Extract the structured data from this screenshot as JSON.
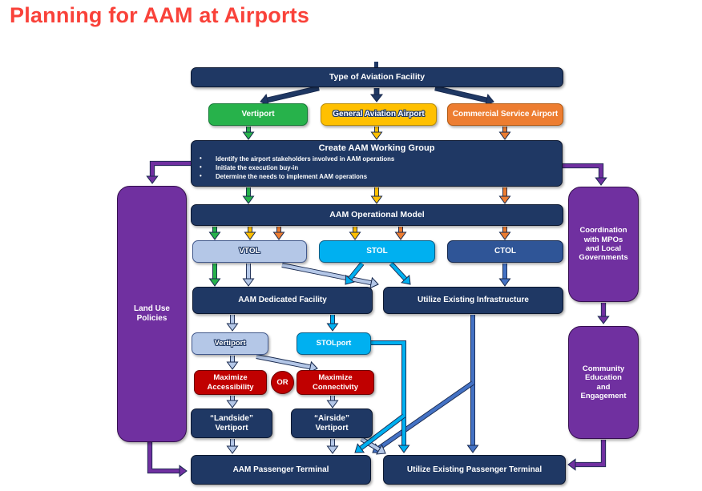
{
  "title": "Planning for AAM at Airports",
  "colors": {
    "title_red": "#F9423A",
    "navy": "#1F3864",
    "green": "#27B24B",
    "yellow": "#FFC000",
    "orange": "#ED7D31",
    "lavender": "#B4C7E7",
    "cyan": "#00B0F0",
    "ctol_blue": "#2F5597",
    "arrow_blue": "#4472C4",
    "red": "#C00000",
    "purple": "#7030A0",
    "edge_outline": "#18294E"
  },
  "nodes": {
    "facility": {
      "label": "Type of Aviation Facility"
    },
    "vertiport_type": {
      "label": "Vertiport"
    },
    "ga_airport": {
      "label": "General Aviation Airport"
    },
    "commercial_airport": {
      "label": "Commercial Service Airport"
    },
    "working_group": {
      "title": "Create AAM Working Group",
      "bullets": [
        "Identify the airport stakeholders involved in AAM operations",
        "Initiate the execution buy-in",
        "Determine the needs to implement AAM operations"
      ]
    },
    "operational_model": {
      "label": "AAM Operational Model"
    },
    "vtol": {
      "label": "VTOL"
    },
    "stol": {
      "label": "STOL"
    },
    "ctol": {
      "label": "CTOL"
    },
    "aam_dedicated_facility": {
      "label": "AAM Dedicated Facility"
    },
    "utilize_existing_infrastructure": {
      "label": "Utilize Existing Infrastructure"
    },
    "vertiport": {
      "label": "Vertiport"
    },
    "stolport": {
      "label": "STOLport"
    },
    "maximize_accessibility": {
      "label": "Maximize\nAccessibility"
    },
    "or_connector": {
      "label": "OR"
    },
    "maximize_connectivity": {
      "label": "Maximize\nConnectivity"
    },
    "landside_vertiport": {
      "label": "“Landside”\nVertiport"
    },
    "airside_vertiport": {
      "label": "“Airside”\nVertiport"
    },
    "aam_passenger_terminal": {
      "label": "AAM Passenger Terminal"
    },
    "utilize_existing_passenger_terminal": {
      "label": "Utilize Existing Passenger Terminal"
    },
    "land_use_policies": {
      "label": "Land Use\nPolicies"
    },
    "coordination_mpos": {
      "label": "Coordination\nwith MPOs\nand Local\nGovernments"
    },
    "community_education": {
      "label": "Community\nEducation\nand\nEngagement"
    }
  },
  "edges": [
    {
      "id": "t1",
      "from": "type-of-aviation-facility",
      "to": "vertiport-type",
      "color": "navy"
    },
    {
      "id": "t2",
      "from": "type-of-aviation-facility",
      "to": "general-aviation-airport",
      "color": "navy"
    },
    {
      "id": "t3",
      "from": "type-of-aviation-facility",
      "to": "commercial-service-airport",
      "color": "navy"
    },
    {
      "id": "g1",
      "from": "vertiport-type",
      "to": "create-aam-working-group",
      "color": "green"
    },
    {
      "id": "y1",
      "from": "general-aviation-airport",
      "to": "create-aam-working-group",
      "color": "yellow"
    },
    {
      "id": "o1",
      "from": "commercial-service-airport",
      "to": "create-aam-working-group",
      "color": "orange"
    },
    {
      "id": "g2",
      "from": "create-aam-working-group",
      "to": "aam-operational-model",
      "color": "green"
    },
    {
      "id": "y2",
      "from": "create-aam-working-group",
      "to": "aam-operational-model",
      "color": "yellow"
    },
    {
      "id": "o2",
      "from": "create-aam-working-group",
      "to": "aam-operational-model",
      "color": "orange"
    },
    {
      "id": "g3",
      "from": "aam-operational-model",
      "to": "vtol",
      "color": "green"
    },
    {
      "id": "y3",
      "from": "aam-operational-model",
      "to": "vtol",
      "color": "yellow"
    },
    {
      "id": "o3",
      "from": "aam-operational-model",
      "to": "vtol",
      "color": "orange"
    },
    {
      "id": "y4",
      "from": "aam-operational-model",
      "to": "stol",
      "color": "yellow"
    },
    {
      "id": "o4",
      "from": "aam-operational-model",
      "to": "stol",
      "color": "orange"
    },
    {
      "id": "o5",
      "from": "aam-operational-model",
      "to": "ctol",
      "color": "orange"
    },
    {
      "id": "g4",
      "from": "vtol",
      "to": "aam-dedicated-facility",
      "color": "green"
    },
    {
      "id": "l1",
      "from": "vtol",
      "to": "aam-dedicated-facility",
      "color": "lavender"
    },
    {
      "id": "l2",
      "from": "vtol",
      "to": "utilize-existing-infrastructure",
      "color": "lavender"
    },
    {
      "id": "c1",
      "from": "stol",
      "to": "aam-dedicated-facility",
      "color": "cyan"
    },
    {
      "id": "c2",
      "from": "stol",
      "to": "utilize-existing-infrastructure",
      "color": "cyan"
    },
    {
      "id": "b1",
      "from": "ctol",
      "to": "utilize-existing-infrastructure",
      "color": "arrow_blue"
    },
    {
      "id": "l3",
      "from": "aam-dedicated-facility",
      "to": "vertiport",
      "color": "lavender"
    },
    {
      "id": "c3",
      "from": "aam-dedicated-facility",
      "to": "stolport",
      "color": "cyan"
    },
    {
      "id": "b2",
      "from": "utilize-existing-infrastructure",
      "to": "utilize-existing-passenger-terminal",
      "color": "arrow_blue"
    },
    {
      "id": "b3",
      "from": "utilize-existing-infrastructure",
      "to": "aam-passenger-terminal",
      "color": "arrow_blue"
    },
    {
      "id": "l4",
      "from": "vertiport",
      "to": "maximize-accessibility",
      "color": "lavender"
    },
    {
      "id": "l5",
      "from": "vertiport",
      "to": "maximize-connectivity",
      "color": "lavender"
    },
    {
      "id": "l6",
      "from": "maximize-accessibility",
      "to": "landside-vertiport",
      "color": "lavender"
    },
    {
      "id": "l7",
      "from": "maximize-connectivity",
      "to": "airside-vertiport",
      "color": "lavender"
    },
    {
      "id": "l8",
      "from": "landside-vertiport",
      "to": "aam-passenger-terminal",
      "color": "lavender"
    },
    {
      "id": "l9",
      "from": "airside-vertiport",
      "to": "aam-passenger-terminal",
      "color": "lavender"
    },
    {
      "id": "l10",
      "from": "airside-vertiport",
      "to": "utilize-existing-passenger-terminal",
      "color": "lavender"
    },
    {
      "id": "c4",
      "from": "stolport",
      "to": "utilize-existing-passenger-terminal",
      "color": "cyan"
    },
    {
      "id": "c5",
      "from": "stolport",
      "to": "aam-passenger-terminal",
      "color": "cyan"
    },
    {
      "id": "p1",
      "from": "create-aam-working-group",
      "to": "land-use-policies",
      "color": "purple"
    },
    {
      "id": "p2",
      "from": "create-aam-working-group",
      "to": "coordination-with-mpos",
      "color": "purple"
    },
    {
      "id": "p3",
      "from": "coordination-with-mpos",
      "to": "community-education",
      "color": "purple"
    },
    {
      "id": "p4",
      "from": "land-use-policies",
      "to": "aam-passenger-terminal",
      "color": "purple"
    },
    {
      "id": "p5",
      "from": "community-education",
      "to": "utilize-existing-passenger-terminal",
      "color": "purple"
    }
  ]
}
